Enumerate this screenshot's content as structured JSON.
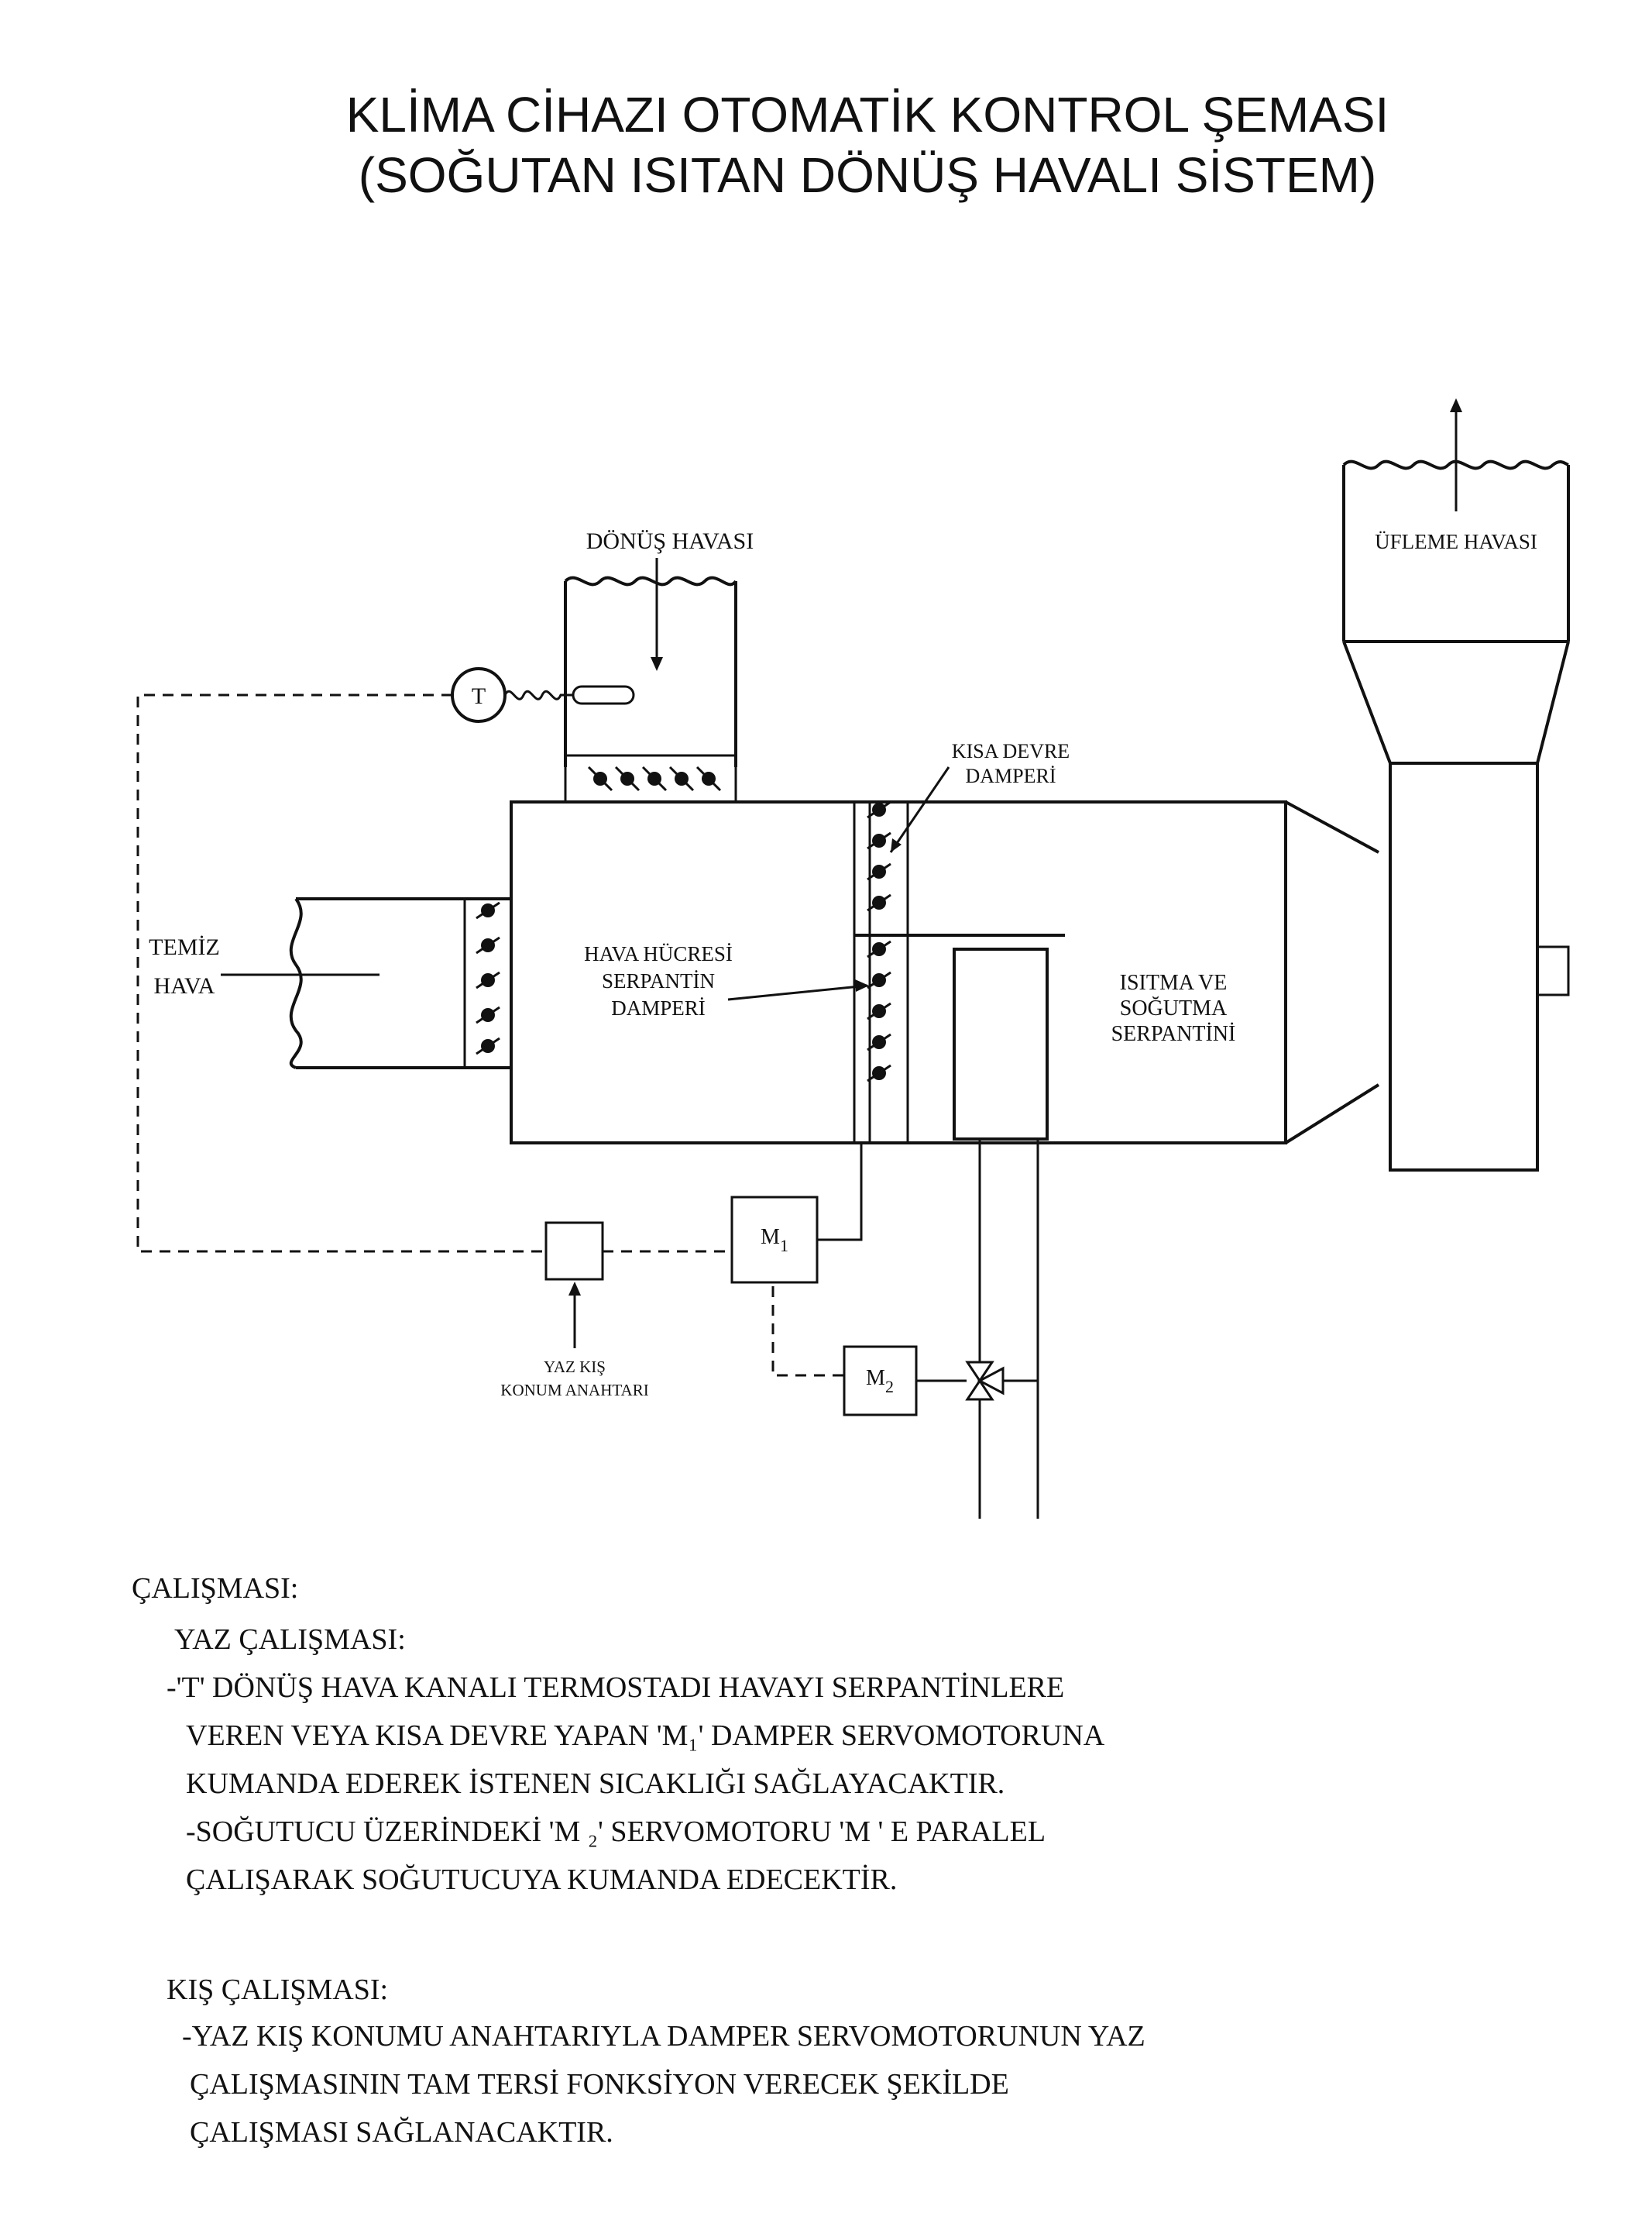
{
  "title": {
    "line1": "KLİMA CİHAZI OTOMATİK KONTROL ŞEMASI",
    "line2": "(SOĞUTAN ISITAN DÖNÜŞ HAVALI SİSTEM)"
  },
  "labels": {
    "return_air": "DÖNÜŞ HAVASI",
    "supply_air": "ÜFLEME HAVASI",
    "bypass_damper_line1": "KISA DEVRE",
    "bypass_damper_line2": "DAMPERİ",
    "fresh_air_line1": "TEMİZ",
    "fresh_air_line2": "HAVA",
    "coil_damper_line1": "HAVA HÜCRESİ",
    "coil_damper_line2": "SERPANTİN",
    "coil_damper_line3": "DAMPERİ",
    "coil_line1": "ISITMA VE",
    "coil_line2": "SOĞUTMA",
    "coil_line3": "SERPANTİNİ",
    "thermostat": "T",
    "m1_main": "M",
    "m1_sub": "1",
    "m2_main": "M",
    "m2_sub": "2",
    "switch_line1": "YAZ KIŞ",
    "switch_line2": "KONUM ANAHTARI"
  },
  "operation": {
    "heading": "ÇALIŞMASI:",
    "summer_heading": "YAZ ÇALIŞMASI:",
    "summer_lines": [
      "-'T' DÖNÜŞ HAVA KANALI TERMOSTADI HAVAYI SERPANTİNLERE",
      "VEREN VEYA KISA DEVRE YAPAN 'M₁' DAMPER SERVOMOTORUNA",
      "KUMANDA EDEREK İSTENEN SICAKLIĞI SAĞLAYACAKTIR.",
      "-SOĞUTUCU ÜZERİNDEKİ 'M ₂' SERVOMOTORU 'M ' E PARALEL",
      "ÇALIŞARAK SOĞUTUCUYA KUMANDA EDECEKTİR."
    ],
    "winter_heading": "KIŞ ÇALIŞMASI:",
    "winter_lines": [
      "-YAZ KIŞ KONUMU ANAHTARIYLA DAMPER SERVOMOTORUNUN YAZ",
      "ÇALIŞMASININ TAM TERSİ FONKSİYON VERECEK ŞEKİLDE",
      "ÇALIŞMASI SAĞLANACAKTIR."
    ]
  }
}
